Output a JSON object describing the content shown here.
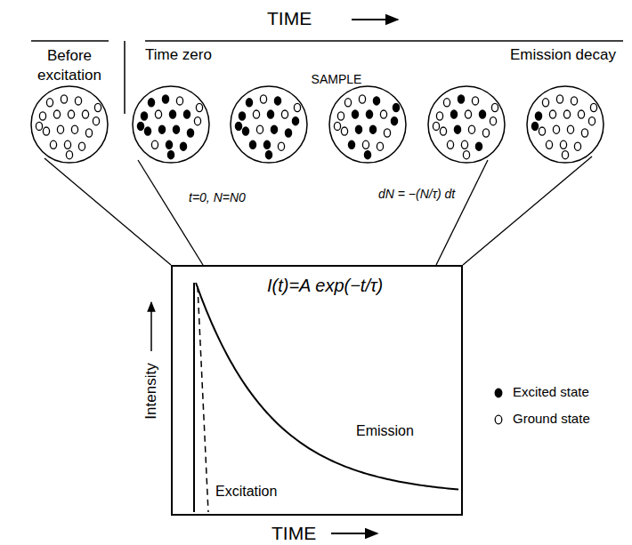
{
  "diagram": {
    "nodes": [
      {
        "text": [
          "I(t)=A exp(−t/τ)",
          "Emission",
          "Excitation"
        ]
      }
    ],
    "labels": [
      "TIME",
      "Before excitation",
      "Time zero",
      "Emission decay",
      "SAMPLE",
      "t=0, N=N0",
      "dN = −(N/τ) dt",
      "Intensity",
      "TIME"
    ],
    "legend": [
      {
        "text": "Excited state"
      },
      {
        "text": "Ground state"
      }
    ]
  }
}
